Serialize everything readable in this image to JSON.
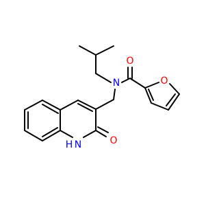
{
  "molecule": {
    "colors": {
      "carbon_bond": "#000000",
      "oxygen": "#ff0000",
      "nitrogen": "#0000ff"
    },
    "atoms": {
      "amide_nitrogen": "N",
      "carbonyl_oxygen": "O",
      "furan_oxygen": "O",
      "quinolinone_oxygen": "O",
      "ring_nitrogen_h": "H",
      "ring_nitrogen": "N"
    }
  }
}
